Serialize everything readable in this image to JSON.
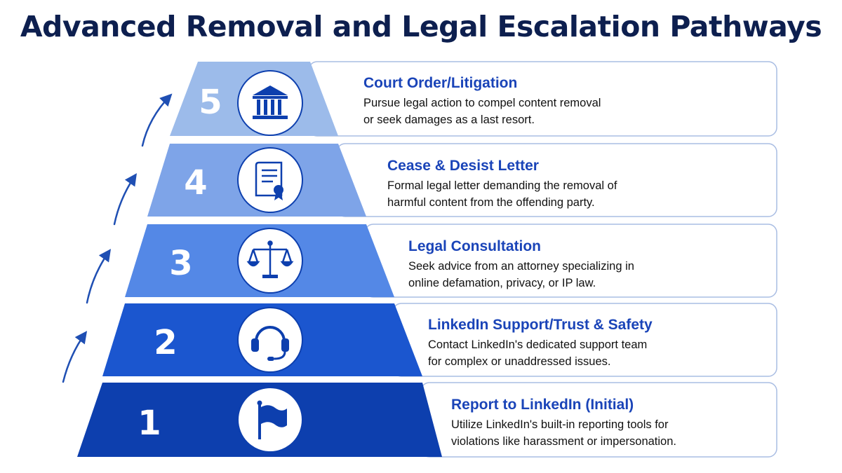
{
  "title": "Advanced Removal and Legal Escalation Pathways",
  "colors": {
    "title": "#0d1f4f",
    "heading": "#1a44b8",
    "card_border": "#a9bde3",
    "arrow": "#1f4fb3"
  },
  "levels": [
    {
      "number": "5",
      "title": "Court Order/Litigation",
      "desc_line1": "Pursue legal action to compel content removal",
      "desc_line2": "or seek damages as a last resort.",
      "icon": "courthouse-icon",
      "color": "#9cbbea"
    },
    {
      "number": "4",
      "title": "Cease & Desist Letter",
      "desc_line1": "Formal legal letter demanding the removal of",
      "desc_line2": "harmful content from the offending party.",
      "icon": "document-seal-icon",
      "color": "#7ea4e8"
    },
    {
      "number": "3",
      "title": "Legal Consultation",
      "desc_line1": "Seek advice from an attorney specializing in",
      "desc_line2": "online defamation, privacy, or IP law.",
      "icon": "scales-icon",
      "color": "#5488e6"
    },
    {
      "number": "2",
      "title": "LinkedIn Support/Trust & Safety",
      "desc_line1": "Contact LinkedIn's dedicated support team",
      "desc_line2": "for complex or unaddressed issues.",
      "icon": "headset-icon",
      "color": "#1b56cf"
    },
    {
      "number": "1",
      "title": "Report to LinkedIn (Initial)",
      "desc_line1": "Utilize LinkedIn's built-in reporting tools for",
      "desc_line2": "violations like harassment or impersonation.",
      "icon": "flag-icon",
      "color": "#0d3fae"
    }
  ]
}
